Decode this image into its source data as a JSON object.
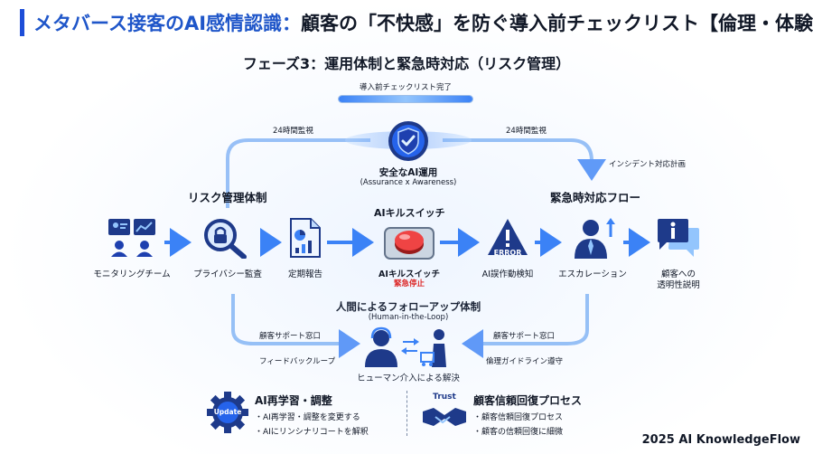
{
  "title": {
    "highlight": "メタバース接客のAI感情認識：",
    "rest": "顧客の「不快感」を防ぐ導入前チェックリスト【倫理・体験設計編】"
  },
  "phase": "フェーズ3：運用体制と緊急時対応（リスク管理）",
  "checklist": {
    "label": "導入前チェックリスト完了",
    "progress": 1.0
  },
  "center": {
    "title": "安全なAI運用",
    "subtitle": "(Assurance x Awareness)"
  },
  "monitor_left": "24時間監視",
  "monitor_right": "24時間監視",
  "incident_plan": "インシデント対応計画",
  "risk_heading": "リスク管理体制",
  "emergency_heading": "緊急時対応フロー",
  "killswitch_heading": "AIキルスイッチ",
  "nodes": {
    "monitoring": "モニタリングチーム",
    "privacy": "プライバシー監査",
    "report": "定期報告",
    "killswitch": "AIキルスイッチ",
    "killswitch_sub": "緊急停止",
    "detect": "AI誤作動検知",
    "escalation": "エスカレーション",
    "transparency_1": "顧客への",
    "transparency_2": "透明性説明"
  },
  "error_badge": "ERROR",
  "hitl": {
    "title": "人間によるフォローアップ体制",
    "subtitle": "(Human-in-the-Loop)"
  },
  "support_left": "顧客サポート窓口",
  "support_right": "顧客サポート窓口",
  "feedback_loop": "フィードバックループ",
  "guideline": "倫理ガイドライン遵守",
  "human_resolution": "ヒューマン介入による解決",
  "retraining": {
    "badge": "Update",
    "title": "AI再学習・調整",
    "items": [
      "・AI再学習・調整を変更する",
      "・AIにリンシナリコートを解釈"
    ]
  },
  "trust": {
    "badge": "Trust",
    "title": "顧客信頼回復プロセス",
    "items": [
      "・顧客信頼回復プロセス",
      "・顧客の信頼回復に細微"
    ]
  },
  "footer": "2025 AI KnowledgeFlow",
  "colors": {
    "accent": "#1f56c9",
    "flow": "#3b82f6",
    "danger": "#dc2626"
  }
}
